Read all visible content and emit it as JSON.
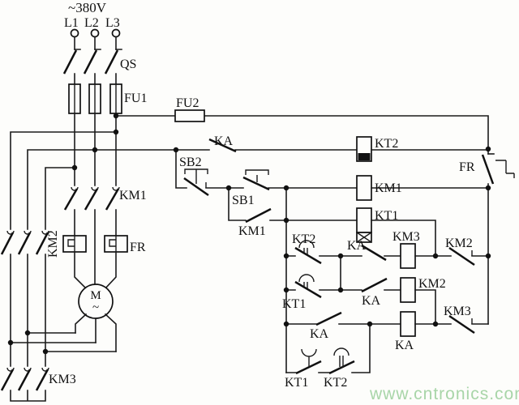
{
  "labels": {
    "supply": "~380V",
    "l1": "L1",
    "l2": "L2",
    "l3": "L3",
    "qs": "QS",
    "fu1": "FU1",
    "fu2": "FU2",
    "ka_line": "KA",
    "kt2_coil": "KT2",
    "fr_contact": "FR",
    "km1_coil": "KM1",
    "sb2": "SB2",
    "sb1": "SB1",
    "km1_aux": "KM1",
    "kt1_coil": "KT1",
    "km1_main": "KM1",
    "km2_main": "KM2",
    "fr_heater": "FR",
    "kt2_delay": "KT2",
    "ka_no1": "KA",
    "km3_coil": "KM3",
    "km2_nc": "KM2",
    "kt1_delay": "KT1",
    "ka_no2": "KA",
    "km2_coil": "KM2",
    "km3_nc": "KM3",
    "ka_no3": "KA",
    "ka_coil": "KA",
    "kt1_bottom": "KT1",
    "kt2_bottom": "KT2",
    "km3_main": "KM3",
    "motor_m": "M",
    "motor_wave": "~"
  },
  "watermark": {
    "text": "www.cntronics.com",
    "color": "#a8d5a8"
  },
  "colors": {
    "line": "#1b1b1b",
    "background": "#fdfdfb"
  }
}
